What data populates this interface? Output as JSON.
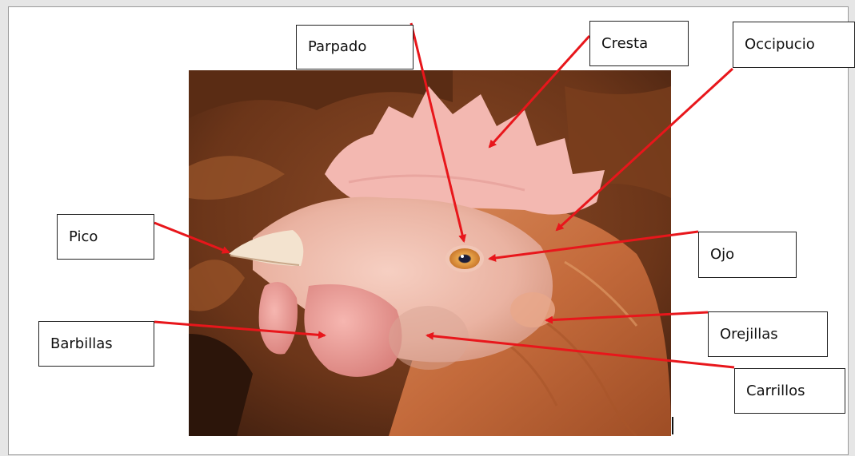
{
  "labels": {
    "parpado": "Parpado",
    "cresta": "Cresta",
    "occipucio": "Occipucio",
    "pico": "Pico",
    "ojo": "Ojo",
    "orejillas": "Orejillas",
    "barbillas": "Barbillas",
    "carrillos": "Carrillos"
  },
  "colors": {
    "arrow": "#e8161b",
    "comb": "#f2b3ad",
    "feathers": "#b5643a",
    "background_feathers": "#6e3a1e"
  }
}
